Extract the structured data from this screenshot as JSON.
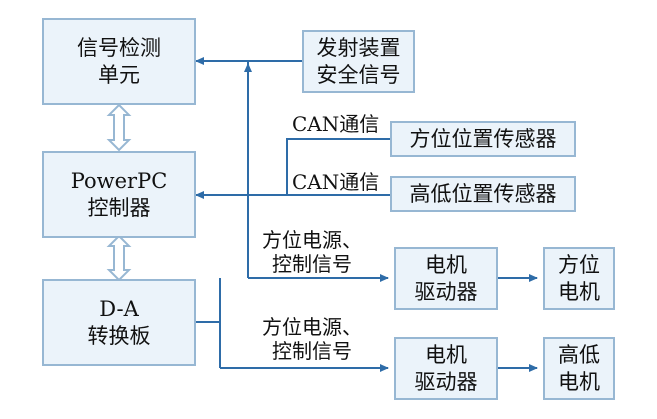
{
  "boxes": {
    "signal_unit": [
      "信号检测",
      "单元"
    ],
    "powerpc": [
      "PowerPC",
      "控制器"
    ],
    "da_board": [
      "D-A",
      "转换板"
    ],
    "launcher_signal": [
      "发射装置",
      "安全信号"
    ],
    "azimuth_sensor": "方位位置传感器",
    "elevation_sensor": "高低位置传感器",
    "driver_1": [
      "电机",
      "驱动器"
    ],
    "driver_2": [
      "电机",
      "驱动器"
    ],
    "azimuth_motor": [
      "方位",
      "电机"
    ],
    "elevation_motor": [
      "高低",
      "电机"
    ]
  },
  "labels": {
    "can_1": "CAN通信",
    "can_2": "CAN通信",
    "power_ctrl_1": [
      "方位电源、",
      "控制信号"
    ],
    "power_ctrl_2": [
      "方位电源、",
      "控制信号"
    ]
  },
  "colors": {
    "box_fill": "#ebf3fa",
    "box_border": "#97b7d3",
    "line": "#2e6ca8"
  }
}
